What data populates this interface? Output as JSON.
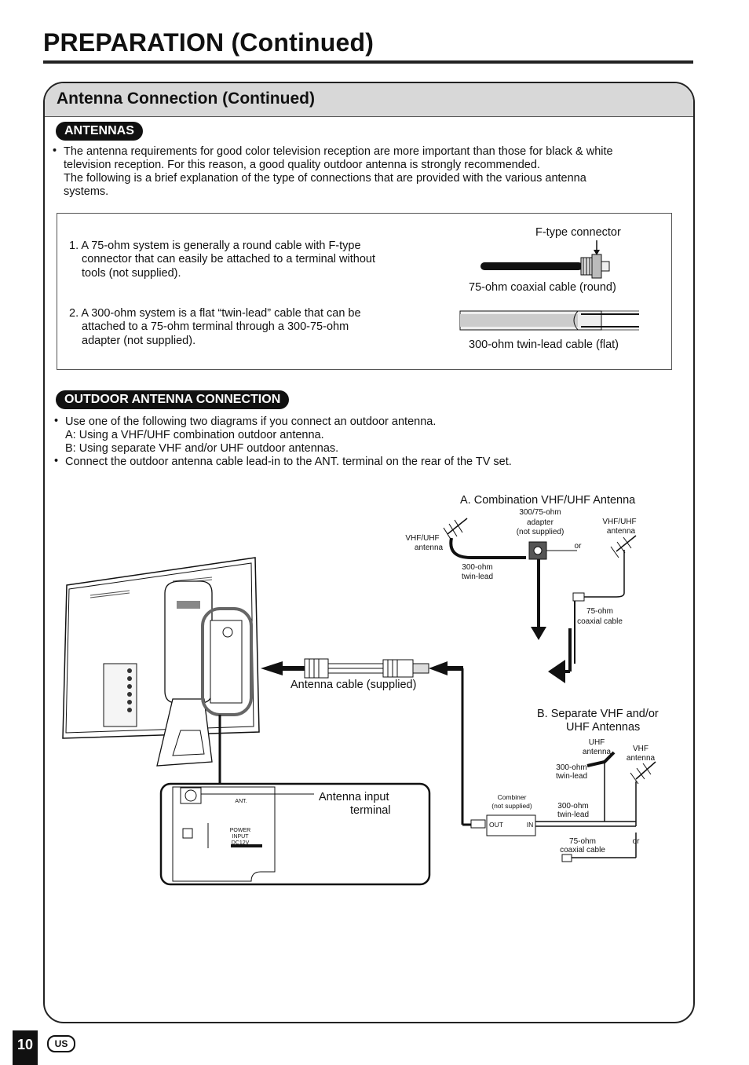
{
  "page": {
    "title": "PREPARATION (Continued)",
    "section_title": "Antenna Connection (Continued)",
    "page_number": "10",
    "region_badge": "US"
  },
  "antennas": {
    "heading": "ANTENNAS",
    "intro_lines": [
      "The antenna requirements for good color television reception are more important than those for black & white",
      "television reception. For this reason, a good quality outdoor antenna is strongly recommended.",
      "The following is a brief explanation of the type of connections that are provided with the various antenna",
      "systems."
    ],
    "item1_lines": [
      "1. A 75-ohm system is generally a round cable with F-type",
      "connector that can easily be attached to a terminal without",
      "tools (not supplied)."
    ],
    "item2_lines": [
      "2. A 300-ohm system is a flat “twin-lead” cable that can be",
      "attached to a 75-ohm terminal through a 300-75-ohm",
      "adapter (not supplied)."
    ],
    "ftype_label": "F-type connector",
    "coax_label": "75-ohm coaxial cable (round)",
    "twinlead_label": "300-ohm twin-lead cable (flat)"
  },
  "outdoor": {
    "heading": "OUTDOOR ANTENNA CONNECTION",
    "bullet1_lines": [
      "Use one of the following two diagrams if you connect an outdoor antenna.",
      "A: Using a VHF/UHF combination outdoor antenna.",
      "B: Using separate VHF and/or UHF outdoor antennas."
    ],
    "bullet2": "Connect the outdoor antenna cable lead-in to the ANT. terminal on the rear of the TV set."
  },
  "diagram": {
    "combo_title": "A. Combination VHF/UHF Antenna",
    "adapter_label": [
      "300/75-ohm",
      "adapter",
      "(not supplied)"
    ],
    "vhfuhf_left": [
      "VHF/UHF",
      "antenna"
    ],
    "vhfuhf_right": [
      "VHF/UHF",
      "antenna"
    ],
    "or_a": "or",
    "twinlead_a": [
      "300-ohm",
      "twin-lead"
    ],
    "coax_a": [
      "75-ohm",
      "coaxial cable"
    ],
    "antenna_cable": "Antenna cable (supplied)",
    "separate_title": [
      "B.  Separate VHF and/or",
      "UHF Antennas"
    ],
    "uhf_antenna": [
      "UHF",
      "antenna"
    ],
    "vhf_antenna": [
      "VHF",
      "antenna"
    ],
    "twinlead_b1": [
      "300-ohm",
      "twin-lead"
    ],
    "twinlead_b2": [
      "300-ohm",
      "twin-lead"
    ],
    "combiner": [
      "Combiner",
      "(not supplied)"
    ],
    "out": "OUT",
    "in": "IN",
    "coax_b": [
      "75-ohm",
      "coaxial cable"
    ],
    "or_b": "or",
    "input_terminal": [
      "Antenna input",
      "terminal"
    ],
    "ant_small": "ANT.",
    "power_small": [
      "POWER",
      "INPUT",
      "DC12V"
    ]
  }
}
